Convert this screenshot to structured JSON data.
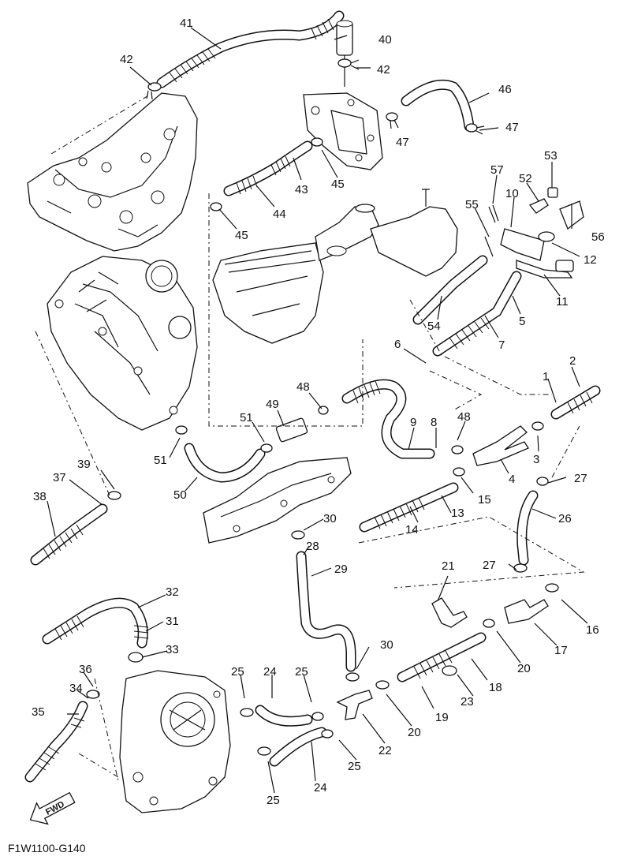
{
  "figure_code": "F1W1100-G140",
  "fwd_mark": "FWD",
  "part_labels": [
    {
      "id": "41",
      "text": "41"
    },
    {
      "id": "40",
      "text": "40"
    },
    {
      "id": "42a",
      "text": "42"
    },
    {
      "id": "42b",
      "text": "42"
    },
    {
      "id": "46",
      "text": "46"
    },
    {
      "id": "47a",
      "text": "47"
    },
    {
      "id": "47b",
      "text": "47"
    },
    {
      "id": "53",
      "text": "53"
    },
    {
      "id": "57",
      "text": "57"
    },
    {
      "id": "52",
      "text": "52"
    },
    {
      "id": "10",
      "text": "10"
    },
    {
      "id": "55",
      "text": "55"
    },
    {
      "id": "56",
      "text": "56"
    },
    {
      "id": "12",
      "text": "12"
    },
    {
      "id": "11",
      "text": "11"
    },
    {
      "id": "43",
      "text": "43"
    },
    {
      "id": "45a",
      "text": "45"
    },
    {
      "id": "44",
      "text": "44"
    },
    {
      "id": "45b",
      "text": "45"
    },
    {
      "id": "54",
      "text": "54"
    },
    {
      "id": "5",
      "text": "5"
    },
    {
      "id": "7",
      "text": "7"
    },
    {
      "id": "6",
      "text": "6"
    },
    {
      "id": "2",
      "text": "2"
    },
    {
      "id": "1",
      "text": "1"
    },
    {
      "id": "48a",
      "text": "48"
    },
    {
      "id": "49",
      "text": "49"
    },
    {
      "id": "51a",
      "text": "51"
    },
    {
      "id": "51b",
      "text": "51"
    },
    {
      "id": "9",
      "text": "9"
    },
    {
      "id": "8",
      "text": "8"
    },
    {
      "id": "48b",
      "text": "48"
    },
    {
      "id": "3",
      "text": "3"
    },
    {
      "id": "4",
      "text": "4"
    },
    {
      "id": "15",
      "text": "15"
    },
    {
      "id": "27a",
      "text": "27"
    },
    {
      "id": "39",
      "text": "39"
    },
    {
      "id": "37",
      "text": "37"
    },
    {
      "id": "38",
      "text": "38"
    },
    {
      "id": "50",
      "text": "50"
    },
    {
      "id": "30a",
      "text": "30"
    },
    {
      "id": "13",
      "text": "13"
    },
    {
      "id": "14",
      "text": "14"
    },
    {
      "id": "26",
      "text": "26"
    },
    {
      "id": "28",
      "text": "28"
    },
    {
      "id": "29",
      "text": "29"
    },
    {
      "id": "21",
      "text": "21"
    },
    {
      "id": "27b",
      "text": "27"
    },
    {
      "id": "32",
      "text": "32"
    },
    {
      "id": "31",
      "text": "31"
    },
    {
      "id": "16",
      "text": "16"
    },
    {
      "id": "17",
      "text": "17"
    },
    {
      "id": "33",
      "text": "33"
    },
    {
      "id": "20a",
      "text": "20"
    },
    {
      "id": "30b",
      "text": "30"
    },
    {
      "id": "36",
      "text": "36"
    },
    {
      "id": "25a",
      "text": "25"
    },
    {
      "id": "24a",
      "text": "24"
    },
    {
      "id": "25b",
      "text": "25"
    },
    {
      "id": "18",
      "text": "18"
    },
    {
      "id": "34",
      "text": "34"
    },
    {
      "id": "23",
      "text": "23"
    },
    {
      "id": "19",
      "text": "19"
    },
    {
      "id": "35",
      "text": "35"
    },
    {
      "id": "20b",
      "text": "20"
    },
    {
      "id": "22",
      "text": "22"
    },
    {
      "id": "25c",
      "text": "25"
    },
    {
      "id": "24b",
      "text": "24"
    },
    {
      "id": "25d",
      "text": "25"
    }
  ]
}
